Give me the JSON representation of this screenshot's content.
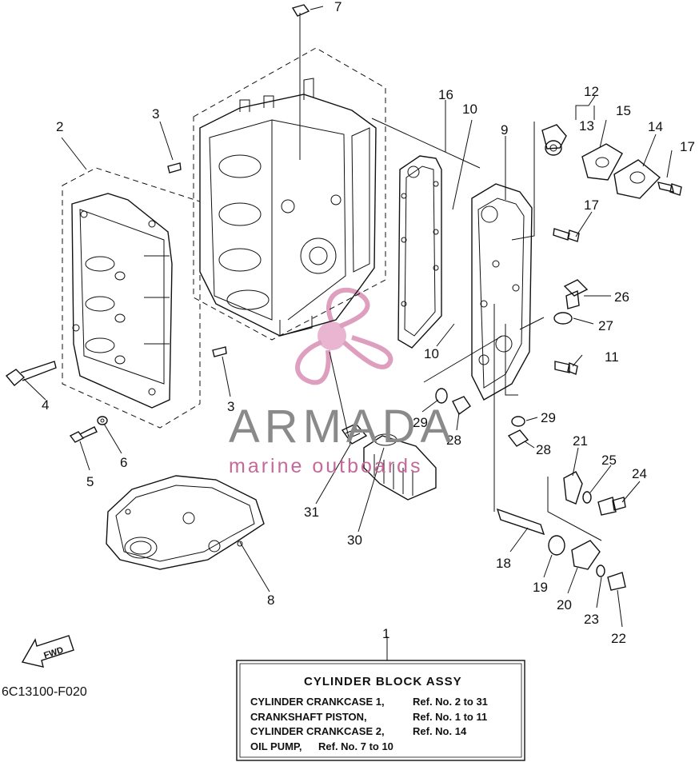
{
  "callouts": {
    "n1": "1",
    "n2": "2",
    "n3a": "3",
    "n3b": "3",
    "n4": "4",
    "n5": "5",
    "n6": "6",
    "n7": "7",
    "n8": "8",
    "n9": "9",
    "n10a": "10",
    "n10b": "10",
    "n11": "11",
    "n12": "12",
    "n13": "13",
    "n14": "14",
    "n15": "15",
    "n16": "16",
    "n17a": "17",
    "n17b": "17",
    "n18": "18",
    "n19": "19",
    "n20": "20",
    "n21": "21",
    "n22": "22",
    "n23": "23",
    "n24": "24",
    "n25": "25",
    "n26": "26",
    "n27": "27",
    "n28a": "28",
    "n28b": "28",
    "n29a": "29",
    "n29b": "29",
    "n30": "30",
    "n31": "31"
  },
  "diagram_code": "6C13100-F020",
  "fwd_arrow_label": "FWD",
  "watermark": {
    "brand": "ARMADA",
    "tagline": "marine outboards"
  },
  "legend_box": {
    "title": "CYLINDER BLOCK ASSY",
    "lines": [
      {
        "left": "CYLINDER CRANKCASE 1,",
        "right": "Ref. No. 2 to 31"
      },
      {
        "left": "CRANKSHAFT PISTON,",
        "right": "Ref. No. 1 to 11"
      },
      {
        "left": "CYLINDER CRANKCASE 2,",
        "right": "Ref. No. 14"
      },
      {
        "left": "OIL PUMP,",
        "right": "Ref. No. 7 to 10"
      }
    ]
  },
  "colors": {
    "line": "#111111",
    "watermark_gray": "#8a8a8a",
    "watermark_pink": "#c46a9a"
  }
}
